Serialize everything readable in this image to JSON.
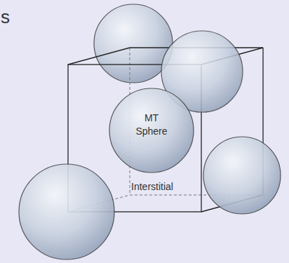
{
  "diagram": {
    "nodes": [
      {
        "text": [
          "MT Sphere"
        ]
      }
    ],
    "labels": [
      "Interstitial",
      "s"
    ]
  }
}
